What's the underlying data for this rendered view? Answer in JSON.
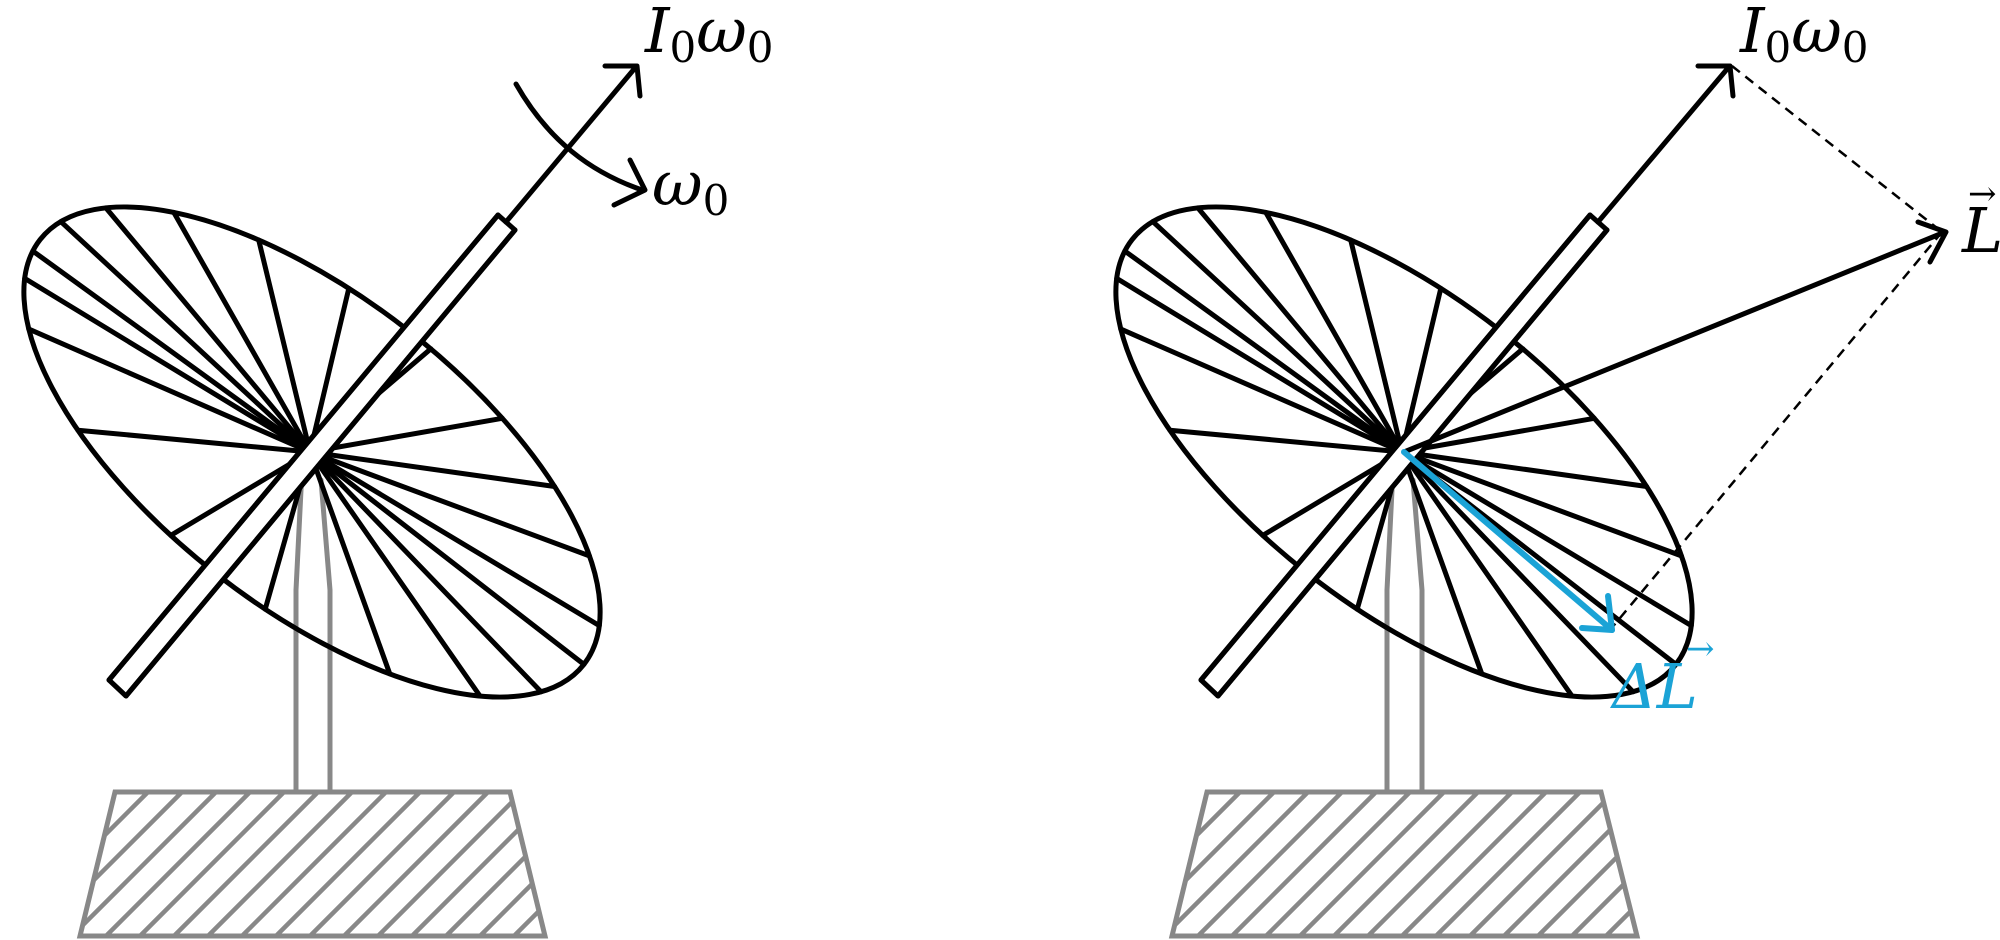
{
  "panels": [
    {
      "id": "left",
      "axis_label": {
        "main": "I",
        "sub1": "0",
        "main2": "ω",
        "sub2": "0"
      },
      "rotation_label": {
        "main": "ω",
        "sub": "0"
      }
    },
    {
      "id": "right",
      "axis_label": {
        "main": "I",
        "sub1": "0",
        "main2": "ω",
        "sub2": "0"
      },
      "momentum_label": {
        "main": "L",
        "arrow": "→"
      },
      "delta_label": {
        "main": "ΔL",
        "arrow": "→"
      }
    }
  ],
  "colors": {
    "ink": "#000000",
    "stand": "#888888",
    "delta_vector": "#1ba3d6"
  }
}
